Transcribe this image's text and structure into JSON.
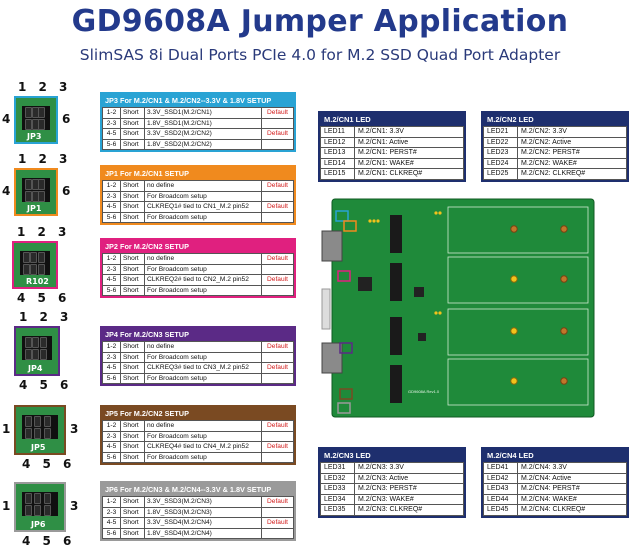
{
  "title": "GD9608A Jumper Application",
  "subtitle": "SlimSAS 8i Dual Ports PCIe 4.0 for M.2 SSD Quad Port Adapter",
  "colors": {
    "title": "#233a8c",
    "jp3": "#29a3d4",
    "jp1": "#f08a1e",
    "jp2": "#e0207f",
    "jp4": "#5b2a86",
    "jp5": "#7a4a22",
    "jp6": "#9a9a9a",
    "led": "#1e2f6e",
    "default": "#d21a1a",
    "pcb": "#1f8a3a"
  },
  "jumpers": [
    {
      "id": "jp3",
      "silk": "JP3",
      "title": "JP3 For M.2/CN1 & M.2/CN2--3.3V & 1.8V SETUP",
      "pin_labels": {
        "top": "1 2 3",
        "left": "4",
        "right": "6",
        "bottom": ""
      },
      "rows": [
        {
          "pins": "1-2",
          "state": "Short",
          "desc": "3.3V_SSD1(M.2/CN1)",
          "default": "Default"
        },
        {
          "pins": "2-3",
          "state": "Short",
          "desc": "1.8V_SSD1(M.2/CN1)",
          "default": ""
        },
        {
          "pins": "4-5",
          "state": "Short",
          "desc": "3.3V_SSD2(M.2/CN2)",
          "default": "Default"
        },
        {
          "pins": "5-6",
          "state": "Short",
          "desc": "1.8V_SSD2(M.2/CN2)",
          "default": ""
        }
      ]
    },
    {
      "id": "jp1",
      "silk": "JP1",
      "title": "JP1 For M.2/CN1 SETUP",
      "pin_labels": {
        "top": "1 2 3",
        "left": "4",
        "right": "6",
        "bottom": ""
      },
      "rows": [
        {
          "pins": "1-2",
          "state": "Short",
          "desc": "no define",
          "default": "Default"
        },
        {
          "pins": "2-3",
          "state": "Short",
          "desc": "For Broadcom setup",
          "default": ""
        },
        {
          "pins": "4-5",
          "state": "Short",
          "desc": "CLKREQ1# tied to CN1_M.2 pin52",
          "default": "Default"
        },
        {
          "pins": "5-6",
          "state": "Short",
          "desc": "For Broadcom setup",
          "default": ""
        }
      ]
    },
    {
      "id": "jp2",
      "silk": "R102",
      "title": "JP2 For M.2/CN2 SETUP",
      "pin_labels": {
        "top": "1 2 3",
        "left": "",
        "right": "",
        "bottom": "4 5 6"
      },
      "rows": [
        {
          "pins": "1-2",
          "state": "Short",
          "desc": "no define",
          "default": "Default"
        },
        {
          "pins": "2-3",
          "state": "Short",
          "desc": "For Broadcom setup",
          "default": ""
        },
        {
          "pins": "4-5",
          "state": "Short",
          "desc": "CLKREQ2# tied to CN2_M.2 pin52",
          "default": "Default"
        },
        {
          "pins": "5-6",
          "state": "Short",
          "desc": "For Broadcom setup",
          "default": ""
        }
      ]
    },
    {
      "id": "jp4",
      "silk": "JP4",
      "title": "JP4 For M.2/CN3 SETUP",
      "pin_labels": {
        "top": "1 2 3",
        "left": "",
        "right": "",
        "bottom": "4 5 6"
      },
      "rows": [
        {
          "pins": "1-2",
          "state": "Short",
          "desc": "no define",
          "default": "Default"
        },
        {
          "pins": "2-3",
          "state": "Short",
          "desc": "For Broadcom setup",
          "default": ""
        },
        {
          "pins": "4-5",
          "state": "Short",
          "desc": "CLKREQ3# tied to CN3_M.2 pin52",
          "default": "Default"
        },
        {
          "pins": "5-6",
          "state": "Short",
          "desc": "For Broadcom setup",
          "default": ""
        }
      ]
    },
    {
      "id": "jp5",
      "silk": "JP5",
      "title": "JP5 For M.2/CN2 SETUP",
      "pin_labels": {
        "top": "",
        "left": "1",
        "right": "3",
        "bottom": "4 5 6"
      },
      "rows": [
        {
          "pins": "1-2",
          "state": "Short",
          "desc": "no define",
          "default": "Default"
        },
        {
          "pins": "2-3",
          "state": "Short",
          "desc": "For Broadcom setup",
          "default": ""
        },
        {
          "pins": "4-5",
          "state": "Short",
          "desc": "CLKREQ4# tied to CN4_M.2 pin52",
          "default": "Default"
        },
        {
          "pins": "5-6",
          "state": "Short",
          "desc": "For Broadcom setup",
          "default": ""
        }
      ]
    },
    {
      "id": "jp6",
      "silk": "JP6",
      "title": "JP6 For M.2/CN3 & M.2/CN4--3.3V & 1.8V SETUP",
      "pin_labels": {
        "top": "",
        "left": "1",
        "right": "3",
        "bottom": "4 5 6"
      },
      "rows": [
        {
          "pins": "1-2",
          "state": "Short",
          "desc": "3.3V_SSD3(M.2/CN3)",
          "default": "Default"
        },
        {
          "pins": "2-3",
          "state": "Short",
          "desc": "1.8V_SSD3(M.2/CN3)",
          "default": ""
        },
        {
          "pins": "4-5",
          "state": "Short",
          "desc": "3.3V_SSD4(M.2/CN4)",
          "default": "Default"
        },
        {
          "pins": "5-6",
          "state": "Short",
          "desc": "1.8V_SSD4(M.2/CN4)",
          "default": ""
        }
      ]
    }
  ],
  "leds": [
    {
      "id": "cn1",
      "title": "M.2/CN1 LED",
      "rows": [
        {
          "led": "LED11",
          "desc": "M.2/CN1: 3.3V"
        },
        {
          "led": "LED12",
          "desc": "M.2/CN1: Active"
        },
        {
          "led": "LED13",
          "desc": "M.2/CN1: PERST#"
        },
        {
          "led": "LED14",
          "desc": "M.2/CN1: WAKE#"
        },
        {
          "led": "LED15",
          "desc": "M.2/CN1: CLKREQ#"
        }
      ]
    },
    {
      "id": "cn2",
      "title": "M.2/CN2 LED",
      "rows": [
        {
          "led": "LED21",
          "desc": "M.2/CN2: 3.3V"
        },
        {
          "led": "LED22",
          "desc": "M.2/CN2: Active"
        },
        {
          "led": "LED23",
          "desc": "M.2/CN2: PERST#"
        },
        {
          "led": "LED24",
          "desc": "M.2/CN2: WAKE#"
        },
        {
          "led": "LED25",
          "desc": "M.2/CN2: CLKREQ#"
        }
      ]
    },
    {
      "id": "cn3",
      "title": "M.2/CN3 LED",
      "rows": [
        {
          "led": "LED31",
          "desc": "M.2/CN3: 3.3V"
        },
        {
          "led": "LED32",
          "desc": "M.2/CN3: Active"
        },
        {
          "led": "LED33",
          "desc": "M.2/CN3: PERST#"
        },
        {
          "led": "LED34",
          "desc": "M.2/CN3: WAKE#"
        },
        {
          "led": "LED35",
          "desc": "M.2/CN3: CLKREQ#"
        }
      ]
    },
    {
      "id": "cn4",
      "title": "M.2/CN4 LED",
      "rows": [
        {
          "led": "LED41",
          "desc": "M.2/CN4: 3.3V"
        },
        {
          "led": "LED42",
          "desc": "M.2/CN4: Active"
        },
        {
          "led": "LED43",
          "desc": "M.2/CN4: PERST#"
        },
        {
          "led": "LED44",
          "desc": "M.2/CN4: WAKE#"
        },
        {
          "led": "LED45",
          "desc": "M.2/CN4: CLKREQ#"
        }
      ]
    }
  ],
  "board": {
    "silk_model": "GD9608A Rev1.0"
  }
}
